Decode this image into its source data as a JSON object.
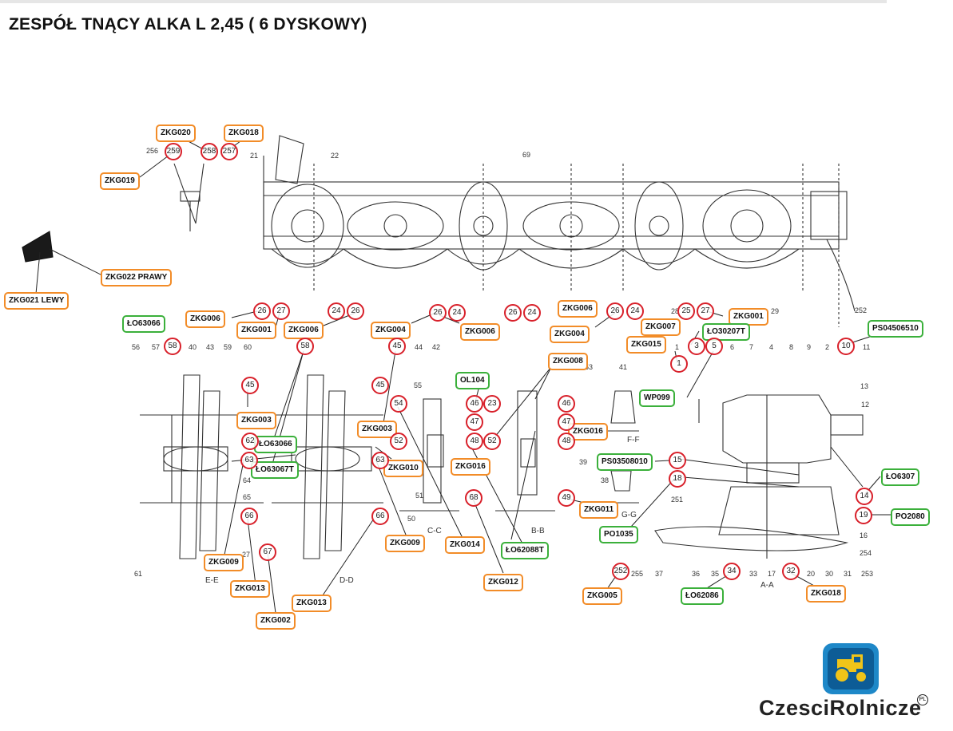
{
  "title": "ZESPÓŁ TNĄCY ALKA L 2,45 ( 6 DYSKOWY)",
  "brand": {
    "name": "CzesciRolnicze",
    "badge": "PL",
    "colors": {
      "primary": "#1e88c8",
      "dark": "#0d5c96",
      "tractor": "#f0c419"
    }
  },
  "colors": {
    "part_label_border": "#f28c28",
    "std_part_label_border": "#3bb03b",
    "ref_circle": "#d8202a"
  },
  "labels": [
    {
      "id": "ZKG020",
      "text": "ZKG020",
      "kind": "part"
    },
    {
      "id": "ZKG018a",
      "text": "ZKG018",
      "kind": "part"
    },
    {
      "id": "ZKG019",
      "text": "ZKG019",
      "kind": "part"
    },
    {
      "id": "ZKG022",
      "text": "ZKG022 PRAWY",
      "kind": "part"
    },
    {
      "id": "ZKG021",
      "text": "ZKG021 LEWY",
      "kind": "part"
    },
    {
      "id": "ZKG006a",
      "text": "ZKG006",
      "kind": "part"
    },
    {
      "id": "ZKG001a",
      "text": "ZKG001",
      "kind": "part"
    },
    {
      "id": "ZKG006b",
      "text": "ZKG006",
      "kind": "part"
    },
    {
      "id": "ZKG004a",
      "text": "ZKG004",
      "kind": "part"
    },
    {
      "id": "ZKG006c",
      "text": "ZKG006",
      "kind": "part"
    },
    {
      "id": "ZKG006d",
      "text": "ZKG006",
      "kind": "part"
    },
    {
      "id": "ZKG004b",
      "text": "ZKG004",
      "kind": "part"
    },
    {
      "id": "ZKG007",
      "text": "ZKG007",
      "kind": "part"
    },
    {
      "id": "ZKG001b",
      "text": "ZKG001",
      "kind": "part"
    },
    {
      "id": "LO63066a",
      "text": "ŁO63066",
      "kind": "standard"
    },
    {
      "id": "LO30207T",
      "text": "ŁO30207T",
      "kind": "standard"
    },
    {
      "id": "PS04506510",
      "text": "PS04506510",
      "kind": "standard"
    },
    {
      "id": "ZKG015",
      "text": "ZKG015",
      "kind": "part"
    },
    {
      "id": "ZKG008",
      "text": "ZKG008",
      "kind": "part"
    },
    {
      "id": "OL104",
      "text": "OL104",
      "kind": "standard"
    },
    {
      "id": "WP099",
      "text": "WP099",
      "kind": "standard"
    },
    {
      "id": "ZKG003a",
      "text": "ZKG003",
      "kind": "part"
    },
    {
      "id": "ZKG003b",
      "text": "ZKG003",
      "kind": "part"
    },
    {
      "id": "LO63066b",
      "text": "ŁO63066",
      "kind": "standard"
    },
    {
      "id": "LO63067T",
      "text": "ŁO63067T",
      "kind": "standard"
    },
    {
      "id": "ZKG016a",
      "text": "ZKG016",
      "kind": "part"
    },
    {
      "id": "ZKG016b",
      "text": "ZKG016",
      "kind": "part"
    },
    {
      "id": "ZKG010",
      "text": "ZKG010",
      "kind": "part"
    },
    {
      "id": "PS03508010",
      "text": "PS03508010",
      "kind": "standard"
    },
    {
      "id": "LO6307",
      "text": "ŁO6307",
      "kind": "standard"
    },
    {
      "id": "ZKG011",
      "text": "ZKG011",
      "kind": "part"
    },
    {
      "id": "PO2080",
      "text": "PO2080",
      "kind": "standard"
    },
    {
      "id": "PO1035",
      "text": "PO1035",
      "kind": "standard"
    },
    {
      "id": "ZKG009a",
      "text": "ZKG009",
      "kind": "part"
    },
    {
      "id": "ZKG009b",
      "text": "ZKG009",
      "kind": "part"
    },
    {
      "id": "ZKG014",
      "text": "ZKG014",
      "kind": "part"
    },
    {
      "id": "LO62088T",
      "text": "ŁO62088T",
      "kind": "standard"
    },
    {
      "id": "ZKG013a",
      "text": "ZKG013",
      "kind": "part"
    },
    {
      "id": "ZKG013b",
      "text": "ZKG013",
      "kind": "part"
    },
    {
      "id": "ZKG012",
      "text": "ZKG012",
      "kind": "part"
    },
    {
      "id": "ZKG005",
      "text": "ZKG005",
      "kind": "part"
    },
    {
      "id": "LO62086",
      "text": "ŁO62086",
      "kind": "standard"
    },
    {
      "id": "ZKG018b",
      "text": "ZKG018",
      "kind": "part"
    },
    {
      "id": "ZKG002",
      "text": "ZKG002",
      "kind": "part"
    }
  ],
  "callouts": [
    "259",
    "258",
    "257",
    "26",
    "27",
    "24",
    "26",
    "26",
    "24",
    "26",
    "24",
    "26",
    "24",
    "25",
    "27",
    "58",
    "58",
    "45",
    "3",
    "5",
    "10",
    "1",
    "45",
    "45",
    "54",
    "46",
    "23",
    "46",
    "47",
    "47",
    "62",
    "48",
    "48",
    "52",
    "63",
    "63",
    "52",
    "15",
    "18",
    "14",
    "49",
    "68",
    "19",
    "66",
    "66",
    "67",
    "252",
    "34",
    "32"
  ],
  "drawing_text": {
    "section_labels": [
      "E-E",
      "D-D",
      "C-C",
      "B-B",
      "F-F",
      "G-G",
      "A-A"
    ],
    "numbers": [
      "256",
      "21",
      "22",
      "69",
      "28",
      "29",
      "252",
      "56",
      "57",
      "40",
      "43",
      "59",
      "60",
      "44",
      "42",
      "55",
      "51",
      "50",
      "61",
      "64",
      "65",
      "27",
      "1",
      "6",
      "7",
      "4",
      "8",
      "9",
      "2",
      "11",
      "12",
      "13",
      "17",
      "16",
      "254",
      "253",
      "20",
      "30",
      "31",
      "33",
      "35",
      "36",
      "37",
      "255",
      "41",
      "38",
      "39",
      "251",
      "53"
    ]
  }
}
